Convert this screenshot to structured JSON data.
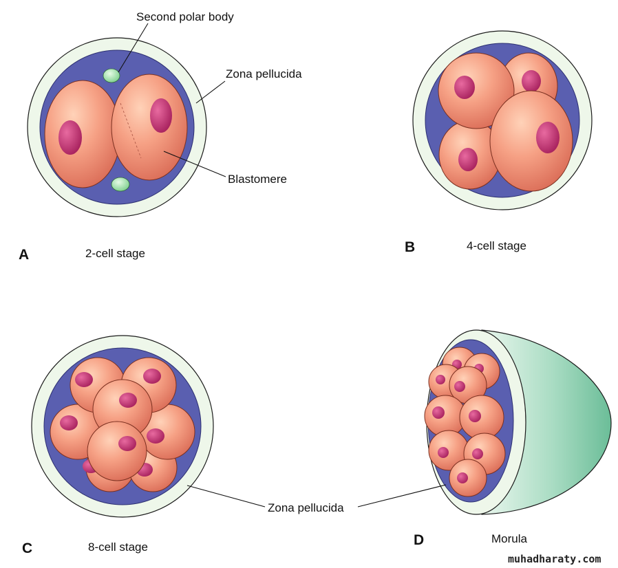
{
  "panels": {
    "a": {
      "letter": "A",
      "stage": "2-cell stage"
    },
    "b": {
      "letter": "B",
      "stage": "4-cell stage"
    },
    "c": {
      "letter": "C",
      "stage": "8-cell stage"
    },
    "d": {
      "letter": "D",
      "stage": "Morula"
    }
  },
  "callouts": {
    "second_polar_body": "Second polar body",
    "zona_pellucida_top": "Zona pellucida",
    "blastomere": "Blastomere",
    "zona_pellucida_bottom": "Zona pellucida"
  },
  "watermark": "muhadharaty.com",
  "colors": {
    "zona": "#eef7ea",
    "perivitelline": "#5a5fb0",
    "blastomere": "#f39a7e",
    "nucleus": "#c23a7a",
    "polar_body": "#9fe0a8",
    "morula_shell": "#8fd0b4"
  }
}
